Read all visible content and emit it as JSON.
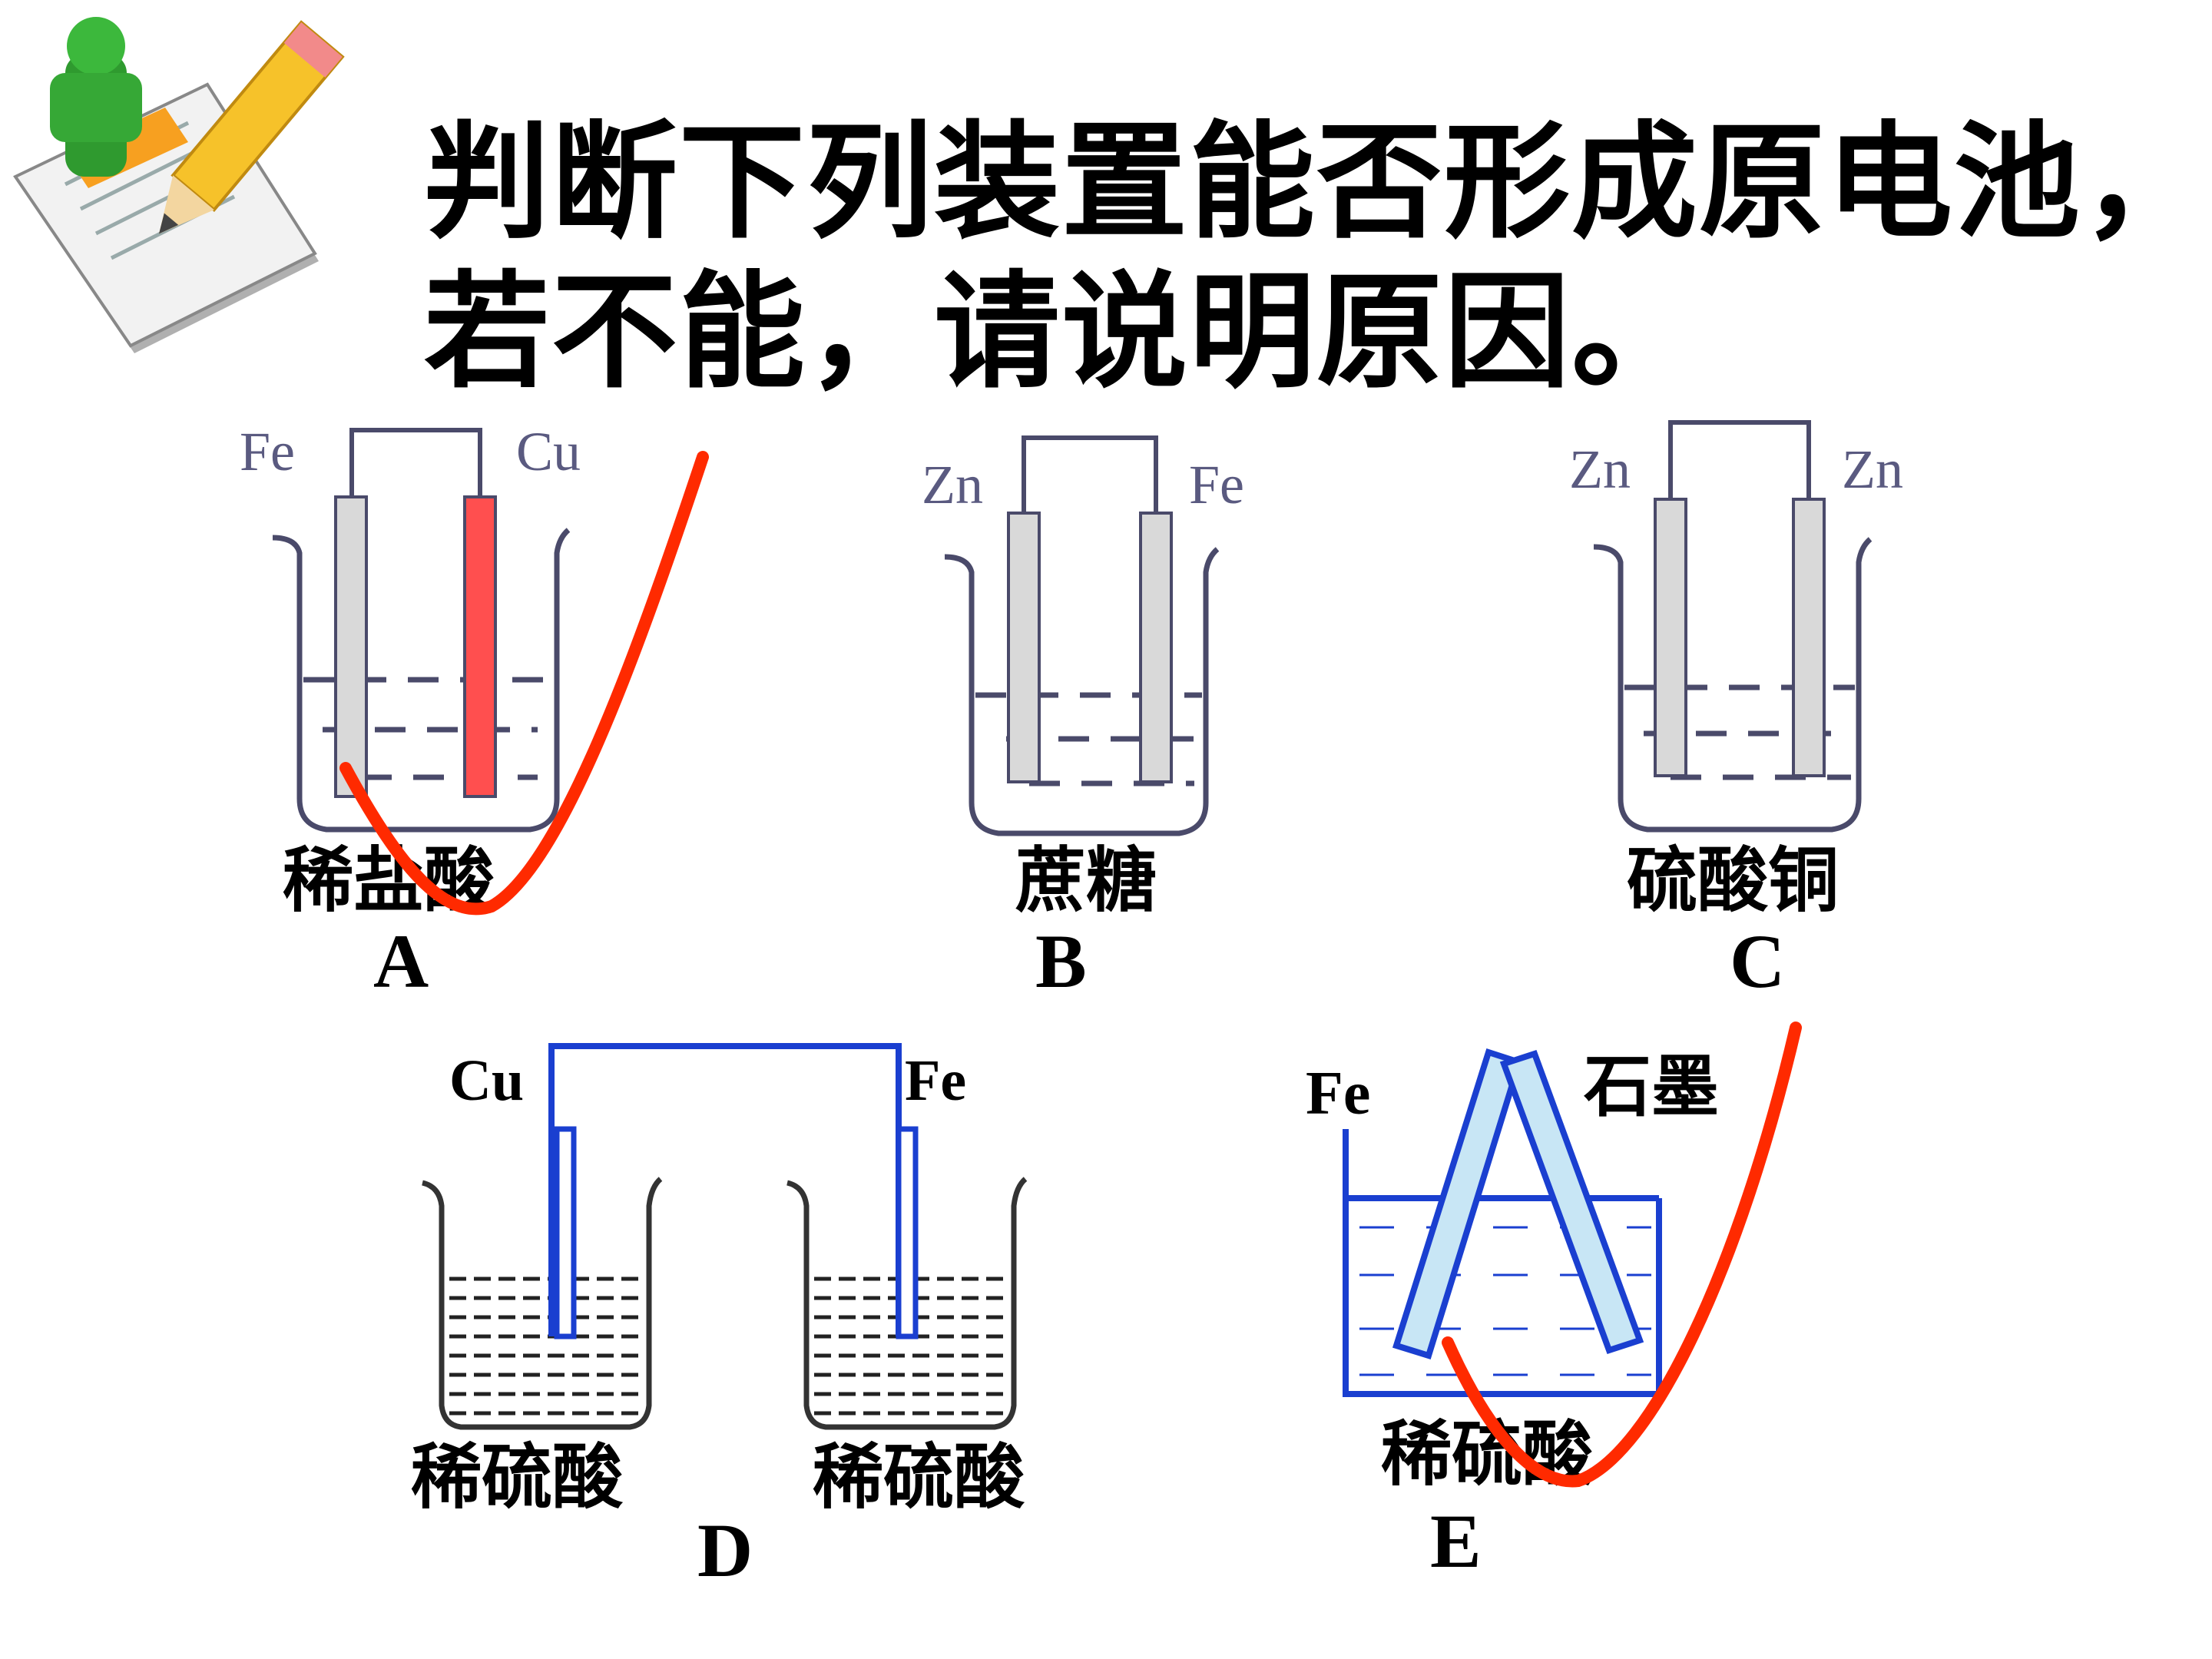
{
  "title": {
    "line1": "判断下列装置能否形成原电池，",
    "line2": "若不能，请说明原因。"
  },
  "setups": {
    "A": {
      "label": "A",
      "left_electrode": "Fe",
      "right_electrode": "Cu",
      "solution": "稀盐酸"
    },
    "B": {
      "label": "B",
      "left_electrode": "Zn",
      "right_electrode": "Fe",
      "solution": "蔗糖"
    },
    "C": {
      "label": "C",
      "left_electrode": "Zn",
      "right_electrode": "Zn",
      "solution": "硫酸铜"
    },
    "D": {
      "label": "D",
      "left_electrode": "Cu",
      "right_electrode": "Fe",
      "left_solution": "稀硫酸",
      "right_solution": "稀硫酸"
    },
    "E": {
      "label": "E",
      "left_electrode": "Fe",
      "right_electrode": "石墨",
      "solution": "稀硫酸"
    }
  },
  "icons": {
    "header_icon": "teacher-notes-pencil-icon",
    "check_mark": "red-check-mark"
  },
  "colors": {
    "beaker_outline": "#4a4a6a",
    "electrode_gray": "#d9d9d9",
    "copper_red": "#ff4f4f",
    "wire_blue": "#1a3fd0",
    "graphite_fill": "#c8e6f5",
    "check_red": "#ff2a00",
    "label_gray": "#5a5a80"
  }
}
